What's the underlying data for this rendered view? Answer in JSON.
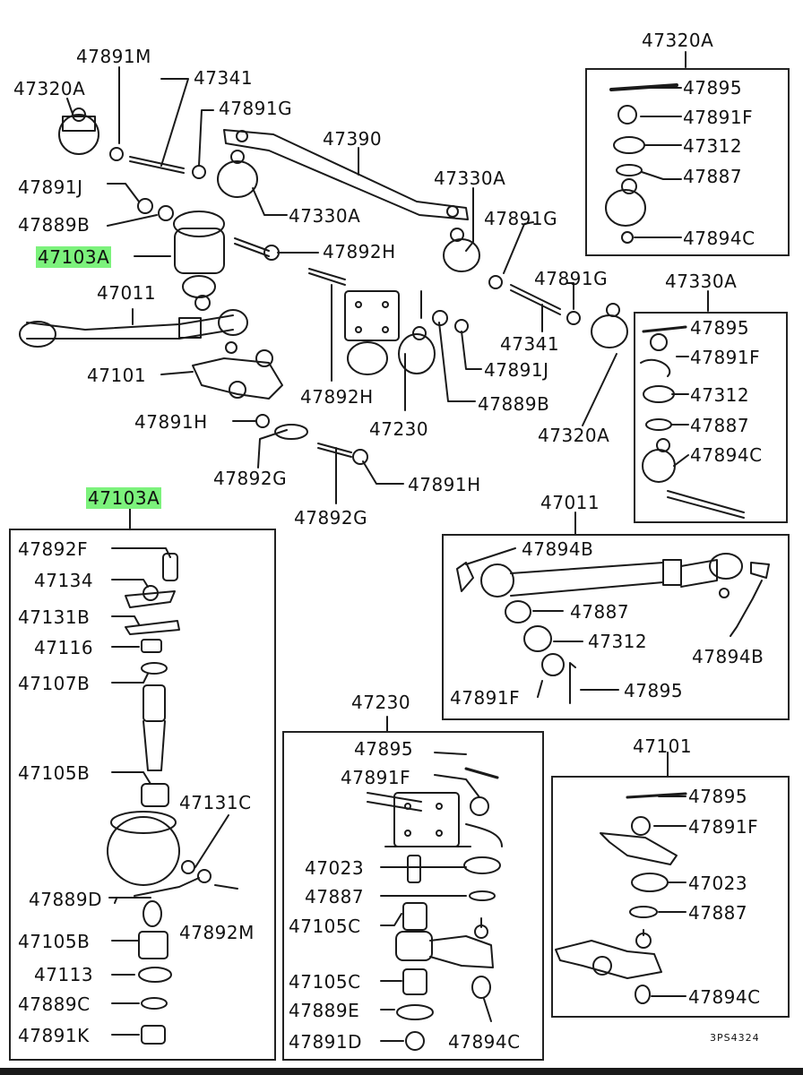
{
  "header": {
    "lbl_47891M": "47891M",
    "lbl_47341": "47341",
    "lbl_47320A": "47320A",
    "lbl_47891G": "47891G",
    "lbl_47390": "47390",
    "lbl_47891J": "47891J",
    "lbl_47330A": "47330A",
    "lbl_47889B": "47889B",
    "lbl_47103A": "47103A",
    "lbl_47892H": "47892H",
    "lbl_47011": "47011",
    "lbl_47101": "47101",
    "lbl_47891H": "47891H",
    "lbl_47230": "47230",
    "lbl_47892G": "47892G"
  },
  "top_right_box": {
    "title": "47320A",
    "items": [
      "47895",
      "47891F",
      "47312",
      "47887",
      "47894C"
    ]
  },
  "mid_right_box": {
    "title": "47330A",
    "items": [
      "47895",
      "47891F",
      "47312",
      "47887",
      "47894C"
    ]
  },
  "left_box": {
    "title": "47103A",
    "items": [
      "47892F",
      "47134",
      "47131B",
      "47116",
      "47107B",
      "47105B",
      "47131C",
      "47889D",
      "47892M",
      "47105B",
      "47113",
      "47889C",
      "47891K"
    ]
  },
  "tie_rod_box": {
    "title": "47011",
    "items": [
      "47894B",
      "47887",
      "47312",
      "47894B",
      "47891F",
      "47895"
    ]
  },
  "idler_box": {
    "title": "47230",
    "items": [
      "47895",
      "47891F",
      "47023",
      "47887",
      "47105C",
      "47105C",
      "47889E",
      "47891D",
      "47894C"
    ]
  },
  "arm_box": {
    "title": "47101",
    "items": [
      "47895",
      "47891F",
      "47023",
      "47887",
      "47894C"
    ]
  },
  "drawing_code": "3PS4324",
  "colors": {
    "highlight": "#7cf27c",
    "line": "#1a1a1a",
    "paper": "#ffffff"
  }
}
